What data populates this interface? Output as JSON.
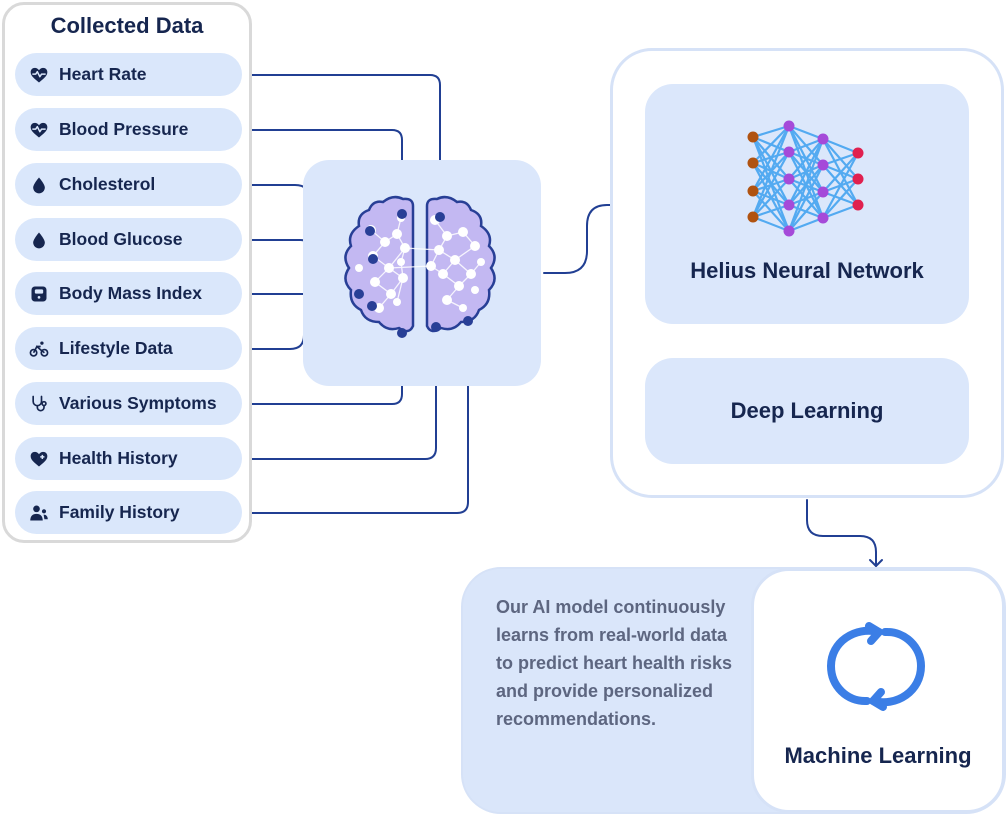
{
  "collected": {
    "title": "Collected Data",
    "items": [
      {
        "label": "Heart Rate",
        "icon": "heart-pulse-icon"
      },
      {
        "label": "Blood Pressure",
        "icon": "heart-pulse-icon"
      },
      {
        "label": "Cholesterol",
        "icon": "droplet-icon"
      },
      {
        "label": "Blood Glucose",
        "icon": "droplet-icon"
      },
      {
        "label": "Body Mass Index",
        "icon": "scale-icon"
      },
      {
        "label": "Lifestyle Data",
        "icon": "bicycle-icon"
      },
      {
        "label": "Various Symptoms",
        "icon": "stethoscope-icon"
      },
      {
        "label": "Health History",
        "icon": "heart-plus-icon"
      },
      {
        "label": "Family History",
        "icon": "people-icon"
      }
    ]
  },
  "helius": {
    "title": "Helius Neural Network"
  },
  "deep": {
    "title": "Deep Learning"
  },
  "ml": {
    "description": "Our AI model continuously learns from real-world data to predict heart health risks and provide personalized recommendations.",
    "title": "Machine Learning"
  },
  "colors": {
    "navy": "#16264f",
    "card_blue": "#dbe7fb",
    "wire": "#213f93",
    "brain_fill": "#c3b8f2",
    "brain_stroke": "#283f96",
    "nn_input": "#b05311",
    "nn_hidden": "#a54ad9",
    "nn_output": "#e0204f",
    "nn_edge": "#45a4f0",
    "cycle_icon": "#3b7ee6"
  }
}
